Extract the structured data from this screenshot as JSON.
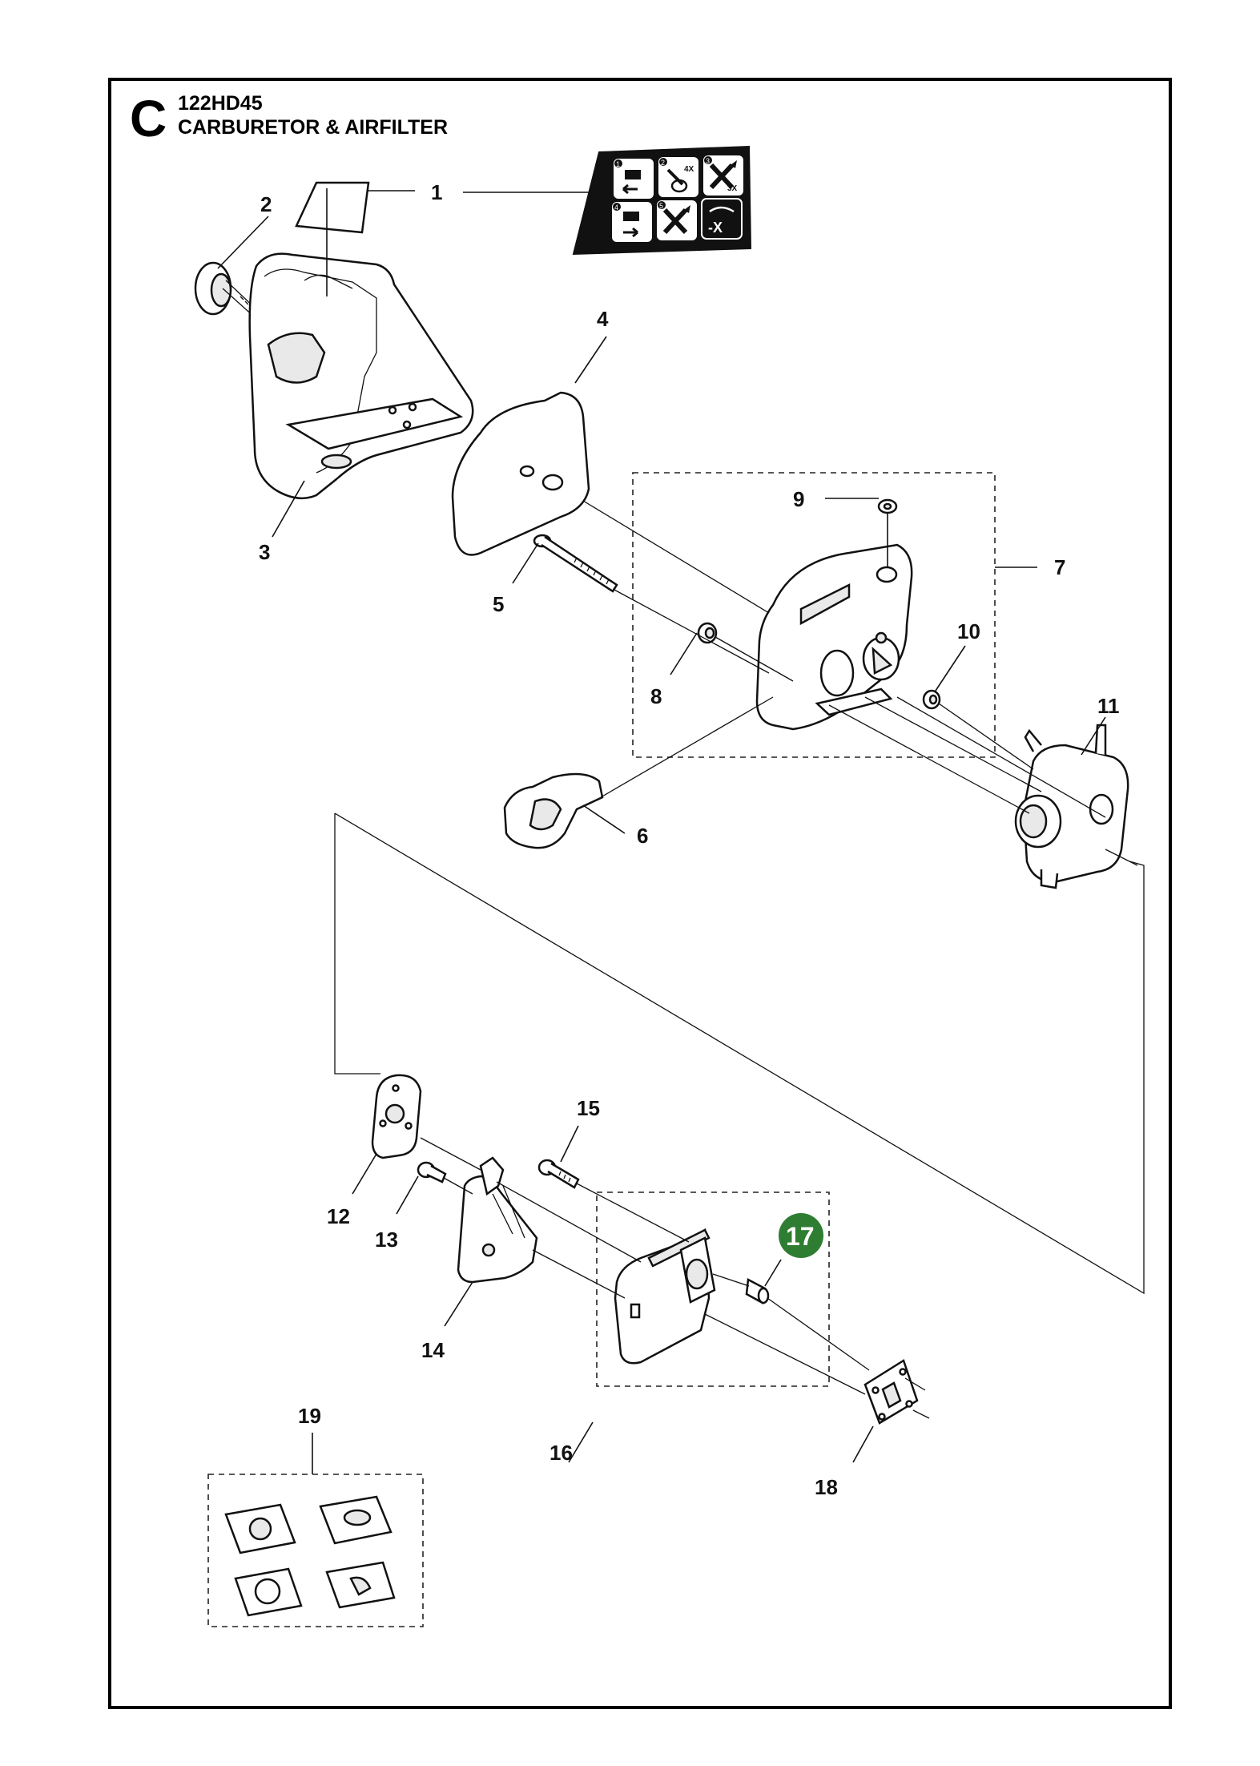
{
  "header": {
    "section_letter": "C",
    "model": "122HD45",
    "title": "CARBURETOR & AIRFILTER"
  },
  "colors": {
    "highlight_badge": "#2e7d32",
    "line": "#111111"
  },
  "decal_icons": [
    "choke-icon",
    "primer-4x-icon",
    "pull-3x-icon",
    "choke-off-icon",
    "start-icon",
    "stop-icon"
  ],
  "decal_labels": {
    "primer_count": "4X",
    "pull_count": "3X",
    "stop_mark": "-X",
    "step1": "1",
    "step2": "2",
    "step3": "3",
    "step4": "4",
    "step5": "5"
  },
  "callouts": [
    "1",
    "2",
    "3",
    "4",
    "5",
    "6",
    "7",
    "8",
    "9",
    "10",
    "11",
    "12",
    "13",
    "14",
    "15",
    "16",
    "17",
    "18",
    "19"
  ],
  "highlighted_callout": "17"
}
